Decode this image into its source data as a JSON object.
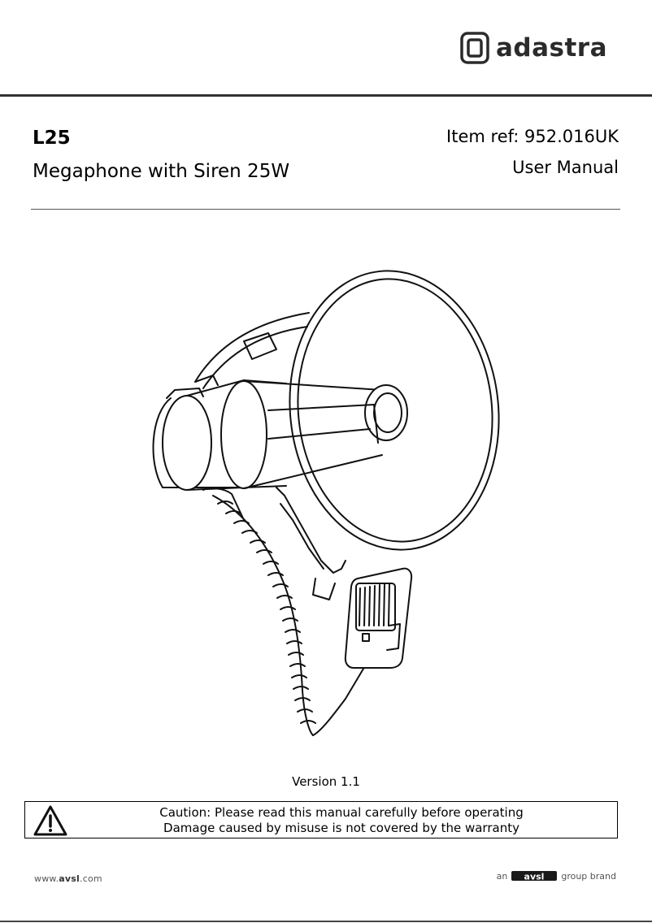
{
  "header": {
    "brand_name": "adastra"
  },
  "title_block": {
    "model": "L25",
    "product_name": "Megaphone with Siren 25W",
    "item_ref": "Item ref: 952.016UK",
    "doc_type": "User Manual"
  },
  "illustration": {
    "icon": "megaphone-illustration"
  },
  "version": "Version 1.1",
  "caution": {
    "icon": "warning-triangle-icon",
    "line1": "Caution: Please read this manual carefully before operating",
    "line2": "Damage caused by misuse is not covered by the warranty"
  },
  "footer": {
    "website_prefix": "www.",
    "website_bold": "avsl",
    "website_suffix": ".com",
    "brand_prefix": "an",
    "brand_logo_text": "avsl",
    "brand_suffix": "group brand"
  }
}
